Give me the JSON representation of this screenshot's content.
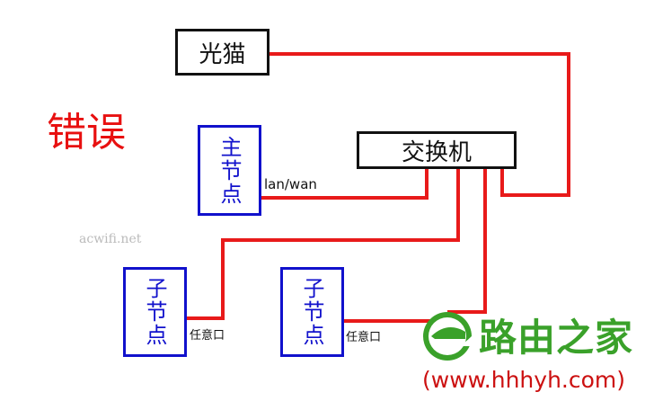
{
  "title": "错误",
  "watermark": "acwifi.net",
  "nodes": {
    "optical_modem": "光猫",
    "switch": "交换机",
    "main_node": "主节点",
    "sub_node_1": "子节点",
    "sub_node_2": "子节点"
  },
  "port_labels": {
    "main": "lan/wan",
    "sub1": "任意口",
    "sub2": "任意口"
  },
  "brand": {
    "name": "路由之家",
    "url": "(www.hhhyh.com)"
  },
  "colors": {
    "error_title": "#e81010",
    "wire": "#e81a1a",
    "node_border_blue": "#1111cc",
    "box_border_black": "#111111",
    "brand_green": "#3aa12a",
    "brand_url": "#cc1111"
  }
}
